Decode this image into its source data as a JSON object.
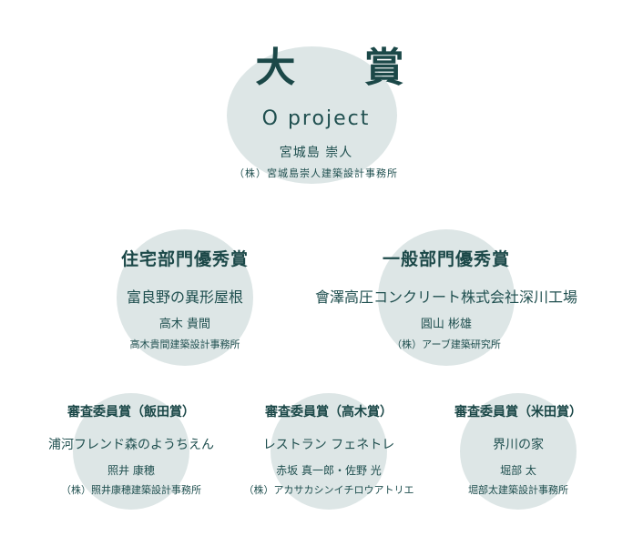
{
  "colors": {
    "circle": "#dde6e6",
    "text": "#1f4f4f",
    "title": "#1b4848"
  },
  "grand": {
    "title": "大 賞",
    "work": "O project",
    "person": "宮城島 崇人",
    "office": "（株）宮城島崇人建築設計事務所"
  },
  "housing": {
    "title": "住宅部門優秀賞",
    "work": "富良野の異形屋根",
    "person": "高木 貴間",
    "office": "高木貴間建築設計事務所"
  },
  "general": {
    "title": "一般部門優秀賞",
    "work": "會澤高圧コンクリート株式会社深川工場",
    "person": "圓山 彬雄",
    "office": "（株）アーブ建築研究所"
  },
  "judge_iida": {
    "title": "審査委員賞（飯田賞）",
    "work": "浦河フレンド森のようちえん",
    "person": "照井 康穂",
    "office": "（株）照井康穂建築設計事務所"
  },
  "judge_takagi": {
    "title": "審査委員賞（高木賞）",
    "work": "レストラン フェネトレ",
    "person": "赤坂 真一郎・佐野 光",
    "office": "（株）アカサカシンイチロウアトリエ"
  },
  "judge_yoneda": {
    "title": "審査委員賞（米田賞）",
    "work": "界川の家",
    "person": "堀部 太",
    "office": "堀部太建築設計事務所"
  }
}
